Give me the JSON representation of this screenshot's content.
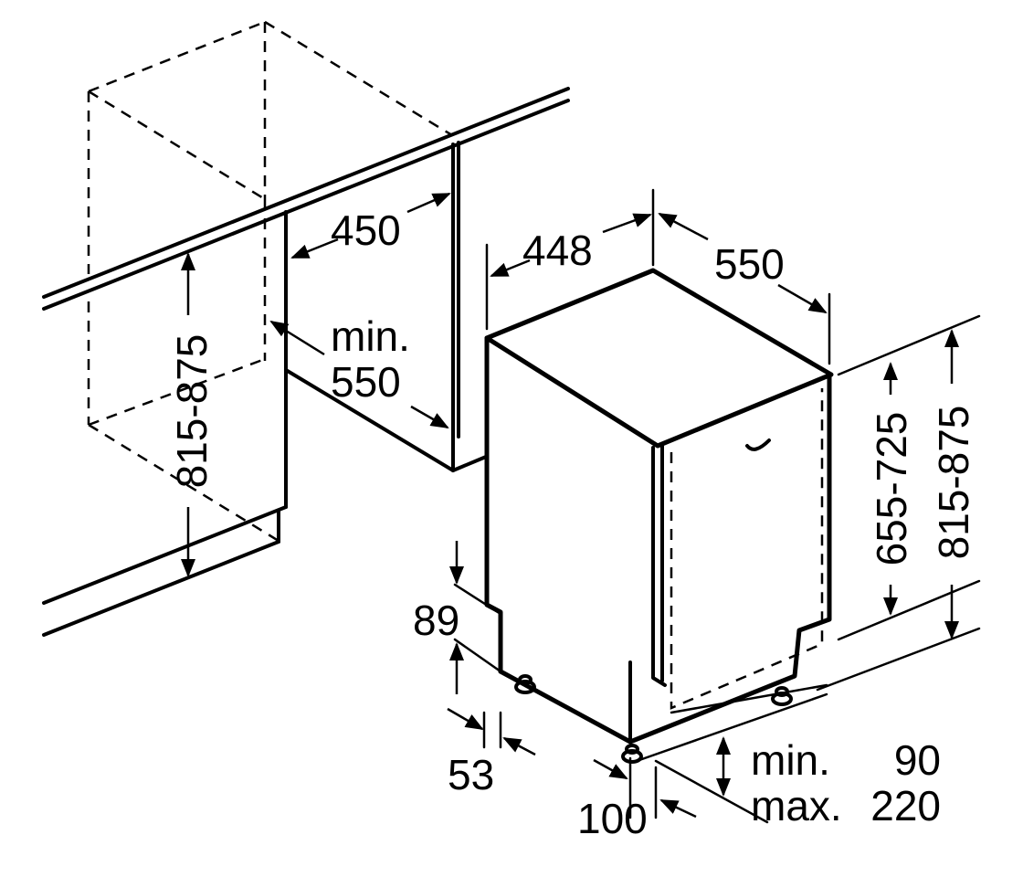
{
  "dimensions": {
    "niche_width": "450",
    "niche_height": "815-875",
    "niche_depth_min": "min.",
    "niche_depth_value": "550",
    "appliance_width": "448",
    "appliance_depth": "550",
    "appliance_height_min": "655-725",
    "appliance_height_total": "815-875",
    "plinth_height": "89",
    "foot_offset": "53",
    "door_offset": "100",
    "gap_min_label": "min.",
    "gap_min_value": "90",
    "gap_max_label": "max.",
    "gap_max_value": "220"
  }
}
